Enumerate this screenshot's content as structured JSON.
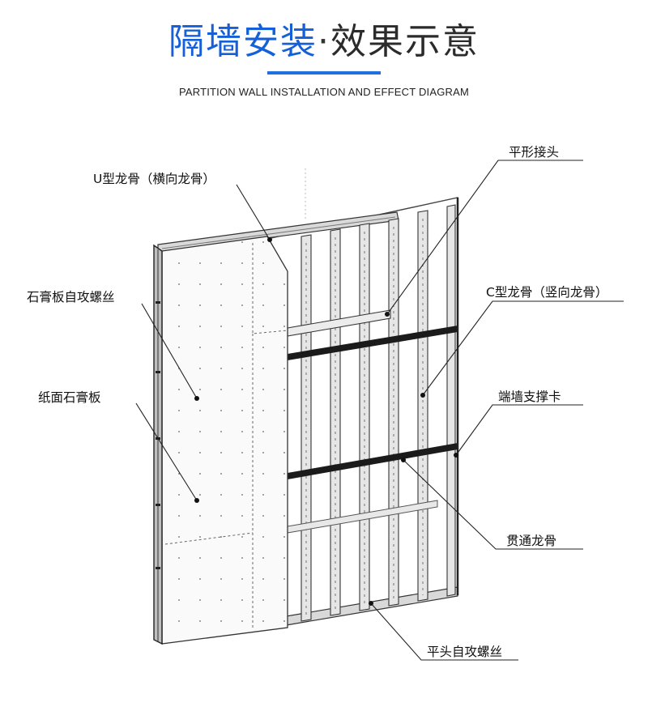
{
  "header": {
    "title_part1": "隔墙安装",
    "title_dot": "·",
    "title_part2": "效果示意",
    "subtitle": "PARTITION WALL INSTALLATION AND EFFECT DIAGRAM",
    "accent_color": "#1560d8",
    "rule_color": "#1f6fe0"
  },
  "labels": {
    "u_keel": "U型龙骨（横向龙骨）",
    "board_screw": "石膏板自攻螺丝",
    "paper_board": "纸面石膏板",
    "flat_joint": "平形接头",
    "c_keel": "C型龙骨（竖向龙骨）",
    "end_wall_clip": "端墙支撑卡",
    "through_keel": "贯通龙骨",
    "flat_head_screw": "平头自攻螺丝"
  }
}
